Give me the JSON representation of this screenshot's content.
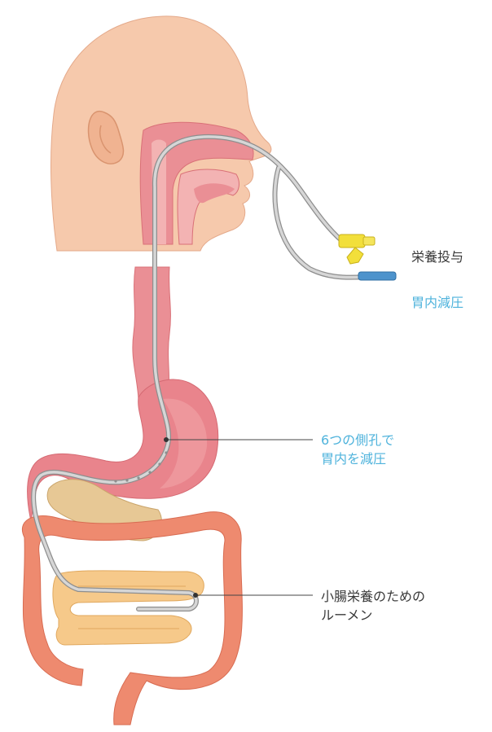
{
  "colors": {
    "skin": "#f6c9ac",
    "skin_shadow": "#e9ad8e",
    "tract": "#ea8f95",
    "tract_inner": "#f3b3b3",
    "stomach": "#e9848c",
    "pancreas": "#e7c895",
    "colon": "#ee8a6f",
    "colon_inner": "#f7b091",
    "small_intestine": "#f6c98a",
    "tube": "#c9c9c9",
    "tube_edge": "#8e8e8e",
    "connector_yellow": "#f2df3a",
    "connector_blue": "#4d93cc",
    "label_dark": "#3a3a3a",
    "label_blue": "#4fb3dc",
    "leader": "#444444"
  },
  "labels": {
    "feeding": "栄養投与",
    "decompression": "胃内減圧",
    "side_holes_line1": "6つの側孔で",
    "side_holes_line2": "胃内を減圧",
    "lumen_line1": "小腸栄養のための",
    "lumen_line2": "ルーメン"
  }
}
